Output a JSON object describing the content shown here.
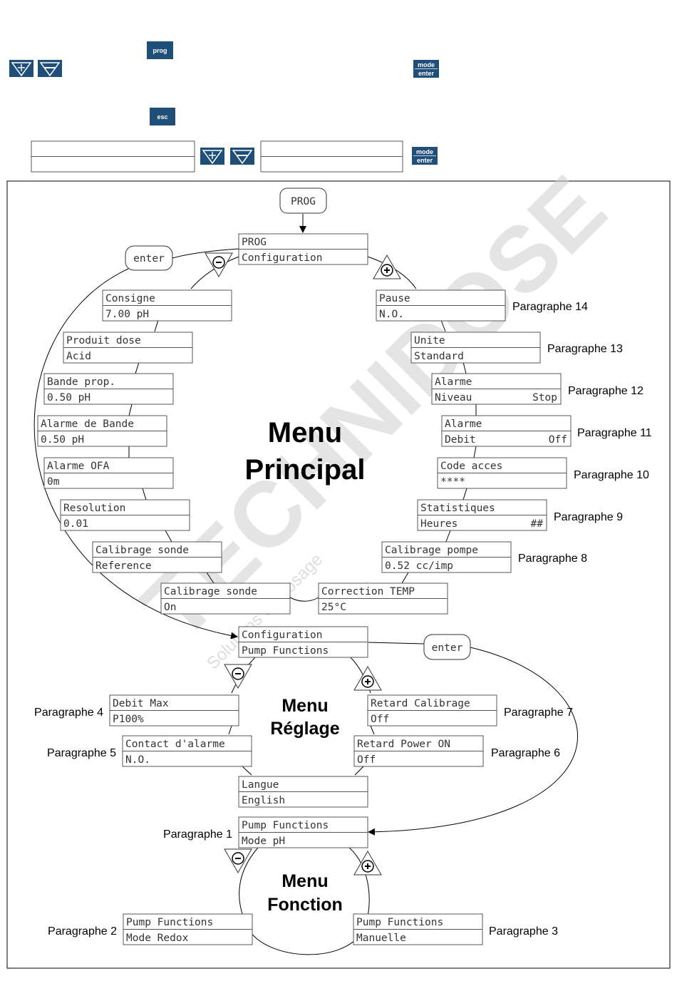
{
  "colors": {
    "button_bg": "#1f4e79",
    "box_stroke": "#555555",
    "line": "#000000",
    "watermark": "#cfcfcf",
    "watermark_accent": "#c8e07a"
  },
  "legend": {
    "prog_label": "prog",
    "esc_label": "esc",
    "mode_label": "mode",
    "enter_label": "enter"
  },
  "watermark": {
    "brand": "TECHNIDOSE",
    "tagline": "Solutions de dosage"
  },
  "diagram": {
    "prog_node": "PROG",
    "enter_bubble_1": "enter",
    "enter_bubble_2": "enter",
    "menu_principal": {
      "line1": "Menu",
      "line2": "Principal"
    },
    "menu_reglage": {
      "line1": "Menu",
      "line2": "Réglage"
    },
    "menu_fonction": {
      "line1": "Menu",
      "line2": "Fonction"
    },
    "boxes": {
      "prog_config": {
        "l1": "PROG",
        "l2": "Configuration"
      },
      "consigne": {
        "l1": "Consigne",
        "l2": "7.00 pH"
      },
      "produit": {
        "l1": "Produit dose",
        "l2": "Acid"
      },
      "bande": {
        "l1": "Bande prop.",
        "l2": "0.50 pH"
      },
      "alarme_bande": {
        "l1": "Alarme de Bande",
        "l2": "0.50 pH"
      },
      "alarme_ofa": {
        "l1": "Alarme OFA",
        "l2": "0m"
      },
      "resolution": {
        "l1": "Resolution",
        "l2": "0.01"
      },
      "calib_sonde_ref": {
        "l1": "Calibrage sonde",
        "l2": "Reference"
      },
      "calib_sonde_on": {
        "l1": "Calibrage sonde",
        "l2": "On"
      },
      "correction": {
        "l1": "Correction TEMP",
        "l2": "25°C"
      },
      "calib_pompe": {
        "l1": "Calibrage pompe",
        "l2": "0.52 cc/imp"
      },
      "stats": {
        "l1": "Statistiques",
        "l2": "Heures",
        "l2r": "##"
      },
      "code": {
        "l1": "Code acces",
        "l2": "****"
      },
      "alarme_debit": {
        "l1": "Alarme",
        "l2": "Debit",
        "l2r": "Off"
      },
      "alarme_niveau": {
        "l1": "Alarme",
        "l2": "Niveau",
        "l2r": "Stop"
      },
      "unite": {
        "l1": "Unite",
        "l2": "Standard"
      },
      "pause": {
        "l1": "Pause",
        "l2": "N.O."
      },
      "config_pump": {
        "l1": "Configuration",
        "l2": "Pump Functions"
      },
      "debit_max": {
        "l1": "Debit Max",
        "l2": "P100%"
      },
      "contact": {
        "l1": "Contact d'alarme",
        "l2": "N.O."
      },
      "langue": {
        "l1": "Langue",
        "l2": "English"
      },
      "retard_power": {
        "l1": "Retard Power ON",
        "l2": "Off"
      },
      "retard_calib": {
        "l1": "Retard Calibrage",
        "l2": "Off"
      },
      "pump_ph": {
        "l1": "Pump Functions",
        "l2": "Mode pH"
      },
      "pump_redox": {
        "l1": "Pump Functions",
        "l2": "Mode Redox"
      },
      "pump_manuelle": {
        "l1": "Pump Functions",
        "l2": "Manuelle"
      }
    },
    "paragraphs": {
      "p14": "Paragraphe 14",
      "p13": "Paragraphe 13",
      "p12": "Paragraphe 12",
      "p11": "Paragraphe 11",
      "p10": "Paragraphe 10",
      "p9": "Paragraphe 9",
      "p8": "Paragraphe 8",
      "p7": "Paragraphe 7",
      "p6": "Paragraphe 6",
      "p5": "Paragraphe 5",
      "p4": "Paragraphe 4",
      "p3": "Paragraphe 3",
      "p2": "Paragraphe 2",
      "p1": "Paragraphe 1"
    }
  }
}
